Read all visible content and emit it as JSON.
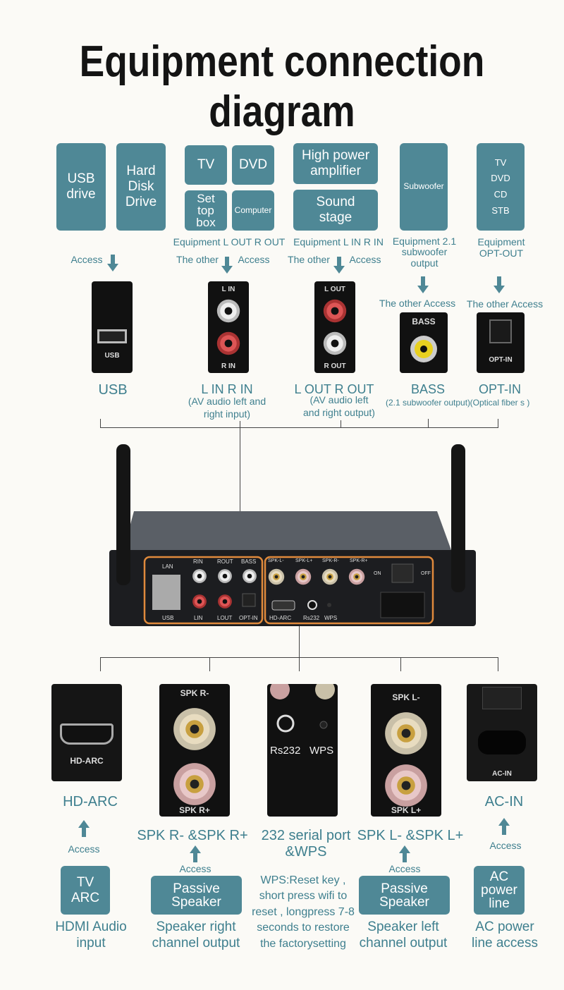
{
  "title": "Equipment connection diagram",
  "colors": {
    "box": "#4f8896",
    "text": "#3e7f8e",
    "highlight": "#e08a3c"
  },
  "top_boxes": {
    "usb_drive": "USB drive",
    "hdd": "Hard Disk Drive",
    "tv": "TV",
    "dvd": "DVD",
    "stb": "Set top box",
    "computer": "Computer",
    "amp": "High power amplifier",
    "stage": "Sound stage",
    "subwoofer": "Subwoofer",
    "opt_sources": [
      "TV",
      "DVD",
      "CD",
      "STB"
    ]
  },
  "top_captions": {
    "eq_out": "Equipment L OUT  R OUT",
    "eq_in": "Equipment L IN  R IN",
    "eq_sub": "Equipment 2.1 subwoofer output",
    "eq_opt": "Equipment OPT-OUT",
    "access": "Access",
    "the_other": "The other",
    "the_other_access": "The other Access"
  },
  "top_ports": [
    {
      "img": "USB",
      "label": "USB",
      "sub": ""
    },
    {
      "img": [
        "L IN",
        "R IN"
      ],
      "label": "L IN R IN",
      "sub": "(AV audio left and right input)"
    },
    {
      "img": [
        "L OUT",
        "R OUT"
      ],
      "label": "L OUT R OUT",
      "sub": "(AV audio left and right output)"
    },
    {
      "img": "BASS",
      "label": "BASS",
      "sub": "(2.1 subwoofer output)"
    },
    {
      "img": "OPT-IN",
      "label": "OPT-IN",
      "sub": "(Optical fiber s )"
    }
  ],
  "device_panel": {
    "left": [
      "LAN",
      "RIN",
      "ROUT",
      "BASS",
      "USB",
      "LIN",
      "LOUT",
      "OPT-IN"
    ],
    "right": [
      "SPK-L-",
      "SPK-L+",
      "SPK-R-",
      "SPK-R+",
      "ON",
      "OFF",
      "HD-ARC",
      "Rs232",
      "WPS"
    ]
  },
  "bottom_ports": [
    {
      "img": "HD-ARC",
      "label": "HD-ARC",
      "access": "Access",
      "box": "TV ARC",
      "desc": "HDMI Audio input"
    },
    {
      "img": [
        "SPK R-",
        "SPK R+"
      ],
      "label": "SPK R- &SPK R+",
      "access": "Access",
      "box": "Passive Speaker",
      "desc": "Speaker right channel output"
    },
    {
      "img": [
        "Rs232",
        "WPS"
      ],
      "label": "232 serial port &WPS",
      "desc": "WPS:Reset key , short press wifi to reset , longpress 7-8 seconds to restore the factorysetting"
    },
    {
      "img": [
        "SPK L-",
        "SPK L+"
      ],
      "label": "SPK L- &SPK L+",
      "access": "Access",
      "box": "Passive Speaker",
      "desc": "Speaker left channel output"
    },
    {
      "img": "AC-IN",
      "label": "AC-IN",
      "access": "Access",
      "box": "AC power line",
      "desc": "AC power line access"
    }
  ]
}
